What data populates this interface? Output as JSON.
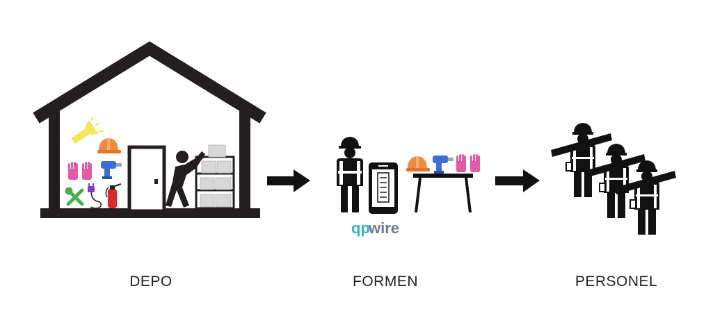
{
  "labels": {
    "depo": "DEPO",
    "formen": "FORMEN",
    "personel": "PERSONEL"
  },
  "brand": {
    "part1": "qp",
    "part2": "wire"
  },
  "colors": {
    "ink": "#111111",
    "house": "#231f20",
    "helmet_orange": "#f08a3c",
    "glove_pink": "#e45aa8",
    "flashlight_yellow": "#f2e65a",
    "drill_blue": "#3b6fd8",
    "tool_green": "#48b04a",
    "cable_purple": "#7b3fbf",
    "extinguisher_red": "#d82a2a",
    "brand_teal": "#3ab0c8",
    "brand_gray": "#6d7b84",
    "box_gray": "#d8d8d8"
  },
  "icons": [
    "house-icon",
    "flashlight-icon",
    "helmet-icon",
    "gloves-icon",
    "drill-icon",
    "wrench-screwdriver-icon",
    "power-cable-icon",
    "fire-extinguisher-icon",
    "door-icon",
    "storekeeper-icon",
    "shelf-boxes-icon",
    "arrow-right-icon",
    "foreman-icon",
    "smartphone-checklist-icon",
    "table-icon",
    "worker-carrying-beam-icon"
  ]
}
